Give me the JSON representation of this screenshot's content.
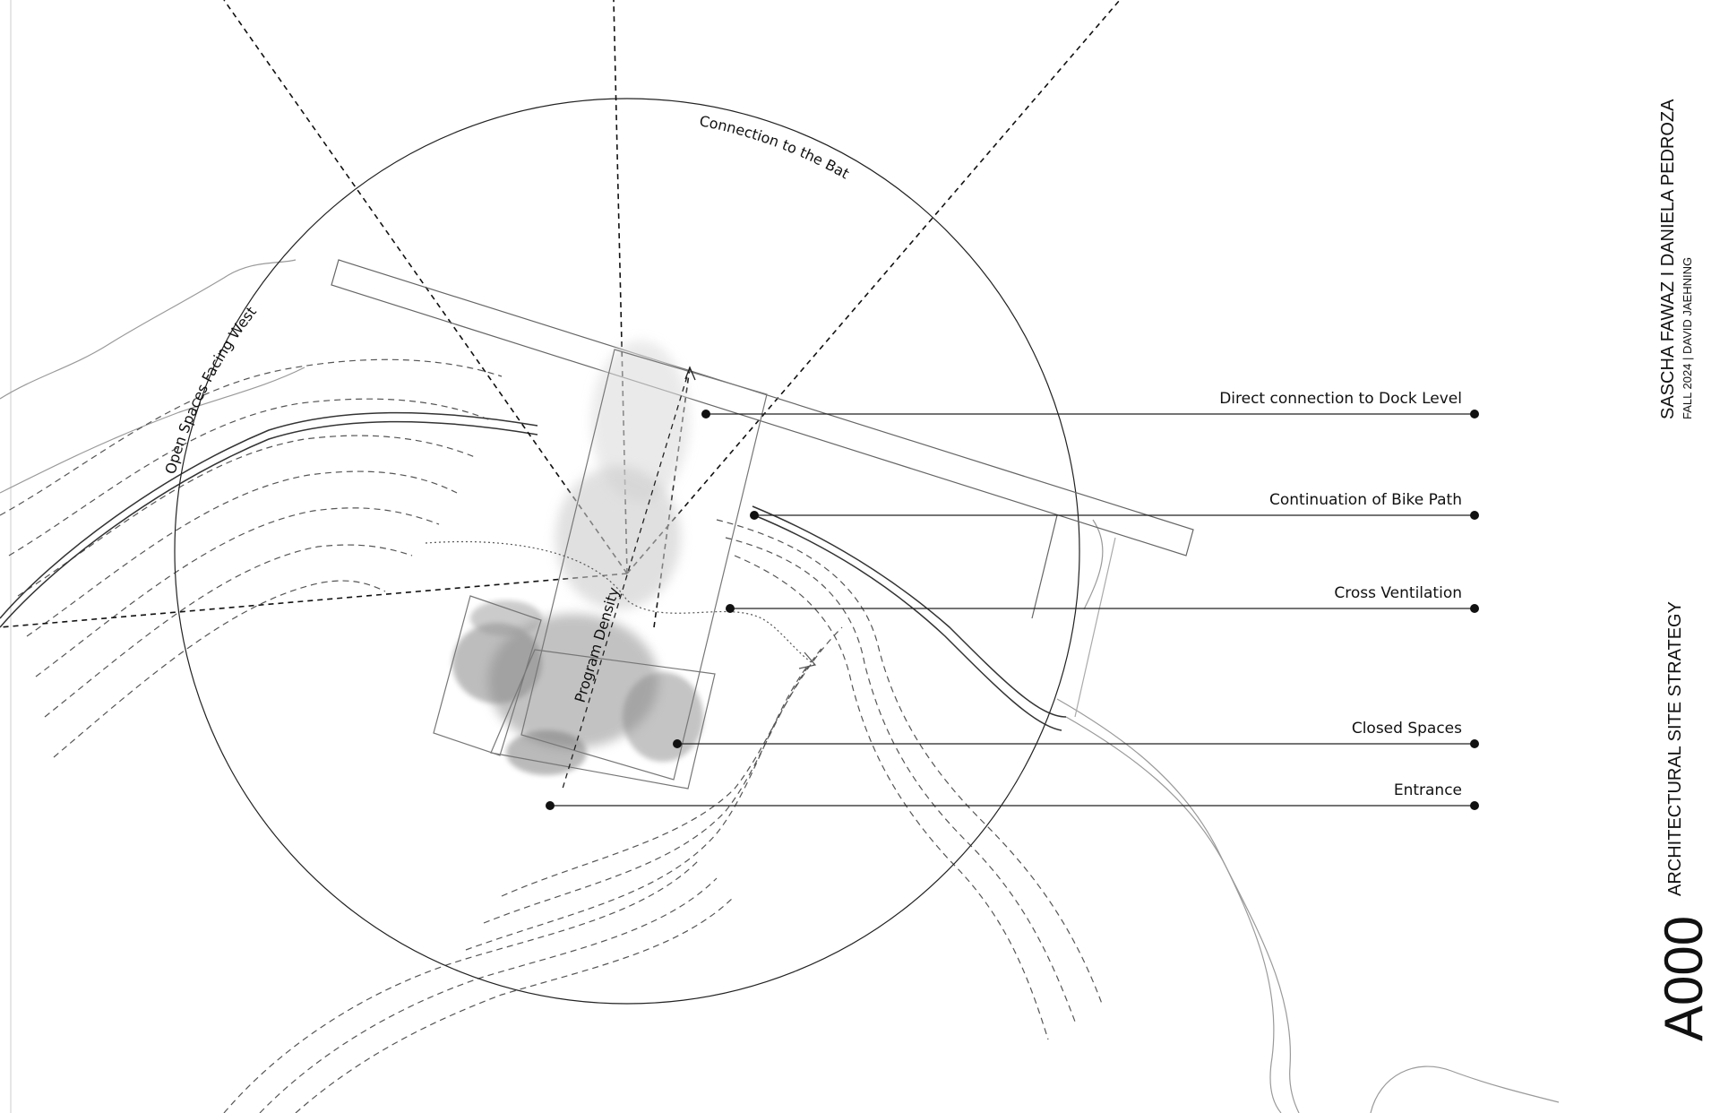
{
  "title_block": {
    "authors": "SASCHA FAWAZ I DANIELA PEDROZA",
    "term_instructor": "FALL 2024 | DAVID JAEHNING",
    "sheet_title": "ARCHITECTURAL SITE STRATEGY",
    "sheet_number": "A000"
  },
  "diagram": {
    "labels": {
      "connection_bat": "Connection to the Bat",
      "open_spaces": "Open Spaces Facing West",
      "program_density": "Program Density"
    },
    "callouts": [
      {
        "id": "dock",
        "text": "Direct connection to Dock Level"
      },
      {
        "id": "bike",
        "text": "Continuation of Bike Path"
      },
      {
        "id": "ventilation",
        "text": "Cross Ventilation"
      },
      {
        "id": "closed",
        "text": "Closed Spaces"
      },
      {
        "id": "entrance",
        "text": "Entrance"
      }
    ]
  },
  "colors": {
    "ink": "#111111",
    "contour": "#555555",
    "light_line": "#9a9a9a",
    "program_fill": "#8a8a8a"
  }
}
